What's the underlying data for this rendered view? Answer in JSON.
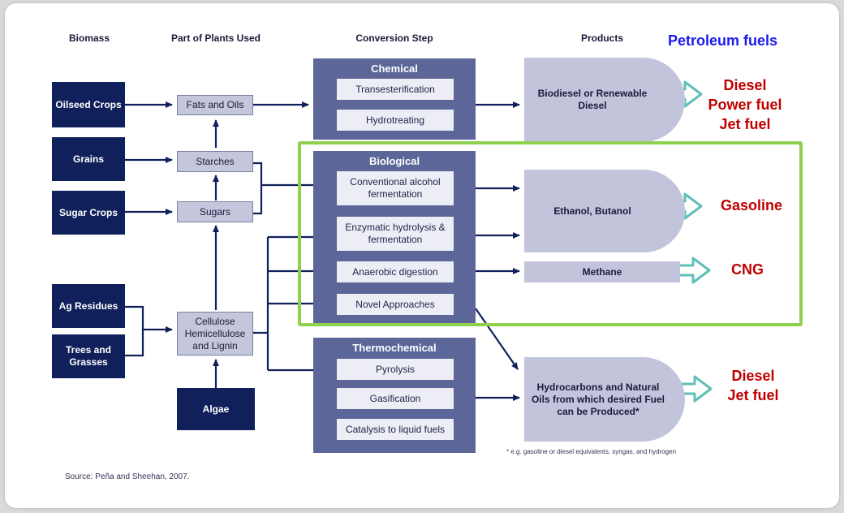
{
  "headers": {
    "biomass": "Biomass",
    "parts": "Part of Plants Used",
    "conversion": "Conversion Step",
    "products": "Products",
    "petroleum": "Petroleum fuels"
  },
  "biomass": [
    "Oilseed Crops",
    "Grains",
    "Sugar Crops",
    "Ag Residues",
    "Trees and Grasses",
    "Algae"
  ],
  "parts": [
    "Fats and Oils",
    "Starches",
    "Sugars",
    "Cellulose Hemicellulose and Lignin"
  ],
  "chemical": {
    "title": "Chemical",
    "steps": [
      "Transesterification",
      "Hydrotreating"
    ]
  },
  "biological": {
    "title": "Biological",
    "steps": [
      "Conventional alcohol fermentation",
      "Enzymatic hydrolysis & fermentation",
      "Anaerobic digestion",
      "Novel Approaches"
    ]
  },
  "thermochemical": {
    "title": "Thermochemical",
    "steps": [
      "Pyrolysis",
      "Gasification",
      "Catalysis to liquid fuels"
    ]
  },
  "products": [
    "Biodiesel or Renewable Diesel",
    "Ethanol, Butanol",
    "Methane",
    "Hydrocarbons and Natural Oils from which desired Fuel can be Produced*"
  ],
  "fuels": {
    "f1": [
      "Diesel",
      "Power fuel",
      "Jet fuel"
    ],
    "f2": [
      "Gasoline"
    ],
    "f3": [
      "CNG"
    ],
    "f4": [
      "Diesel",
      "Jet fuel"
    ]
  },
  "footnote": "* e.g. gasoline or diesel equivalents, syngas, and hydrogen",
  "source": "Source: Peña and Sheehan, 2007.",
  "colors": {
    "navy": "#10205a",
    "panel": "#5c6698",
    "highlight": "#8fd14f",
    "fuel_red": "#c00000",
    "arrow_teal": "#5fc0b8"
  }
}
